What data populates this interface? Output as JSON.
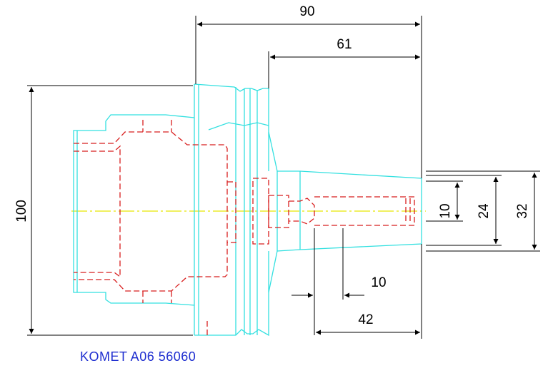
{
  "caption": "KOMET A06 56060",
  "dimensions": {
    "total_length": "90",
    "shank_length": "61",
    "flange_diameter": "100",
    "bore_small": "10",
    "bore_medium": "24",
    "taper_diameter": "32",
    "offset": "10",
    "depth": "42"
  },
  "colors": {
    "outline": "#33e0e0",
    "hidden": "#d81e1e",
    "centerline": "#e6e600",
    "dimension": "#000000",
    "caption": "#1f2fd0"
  }
}
